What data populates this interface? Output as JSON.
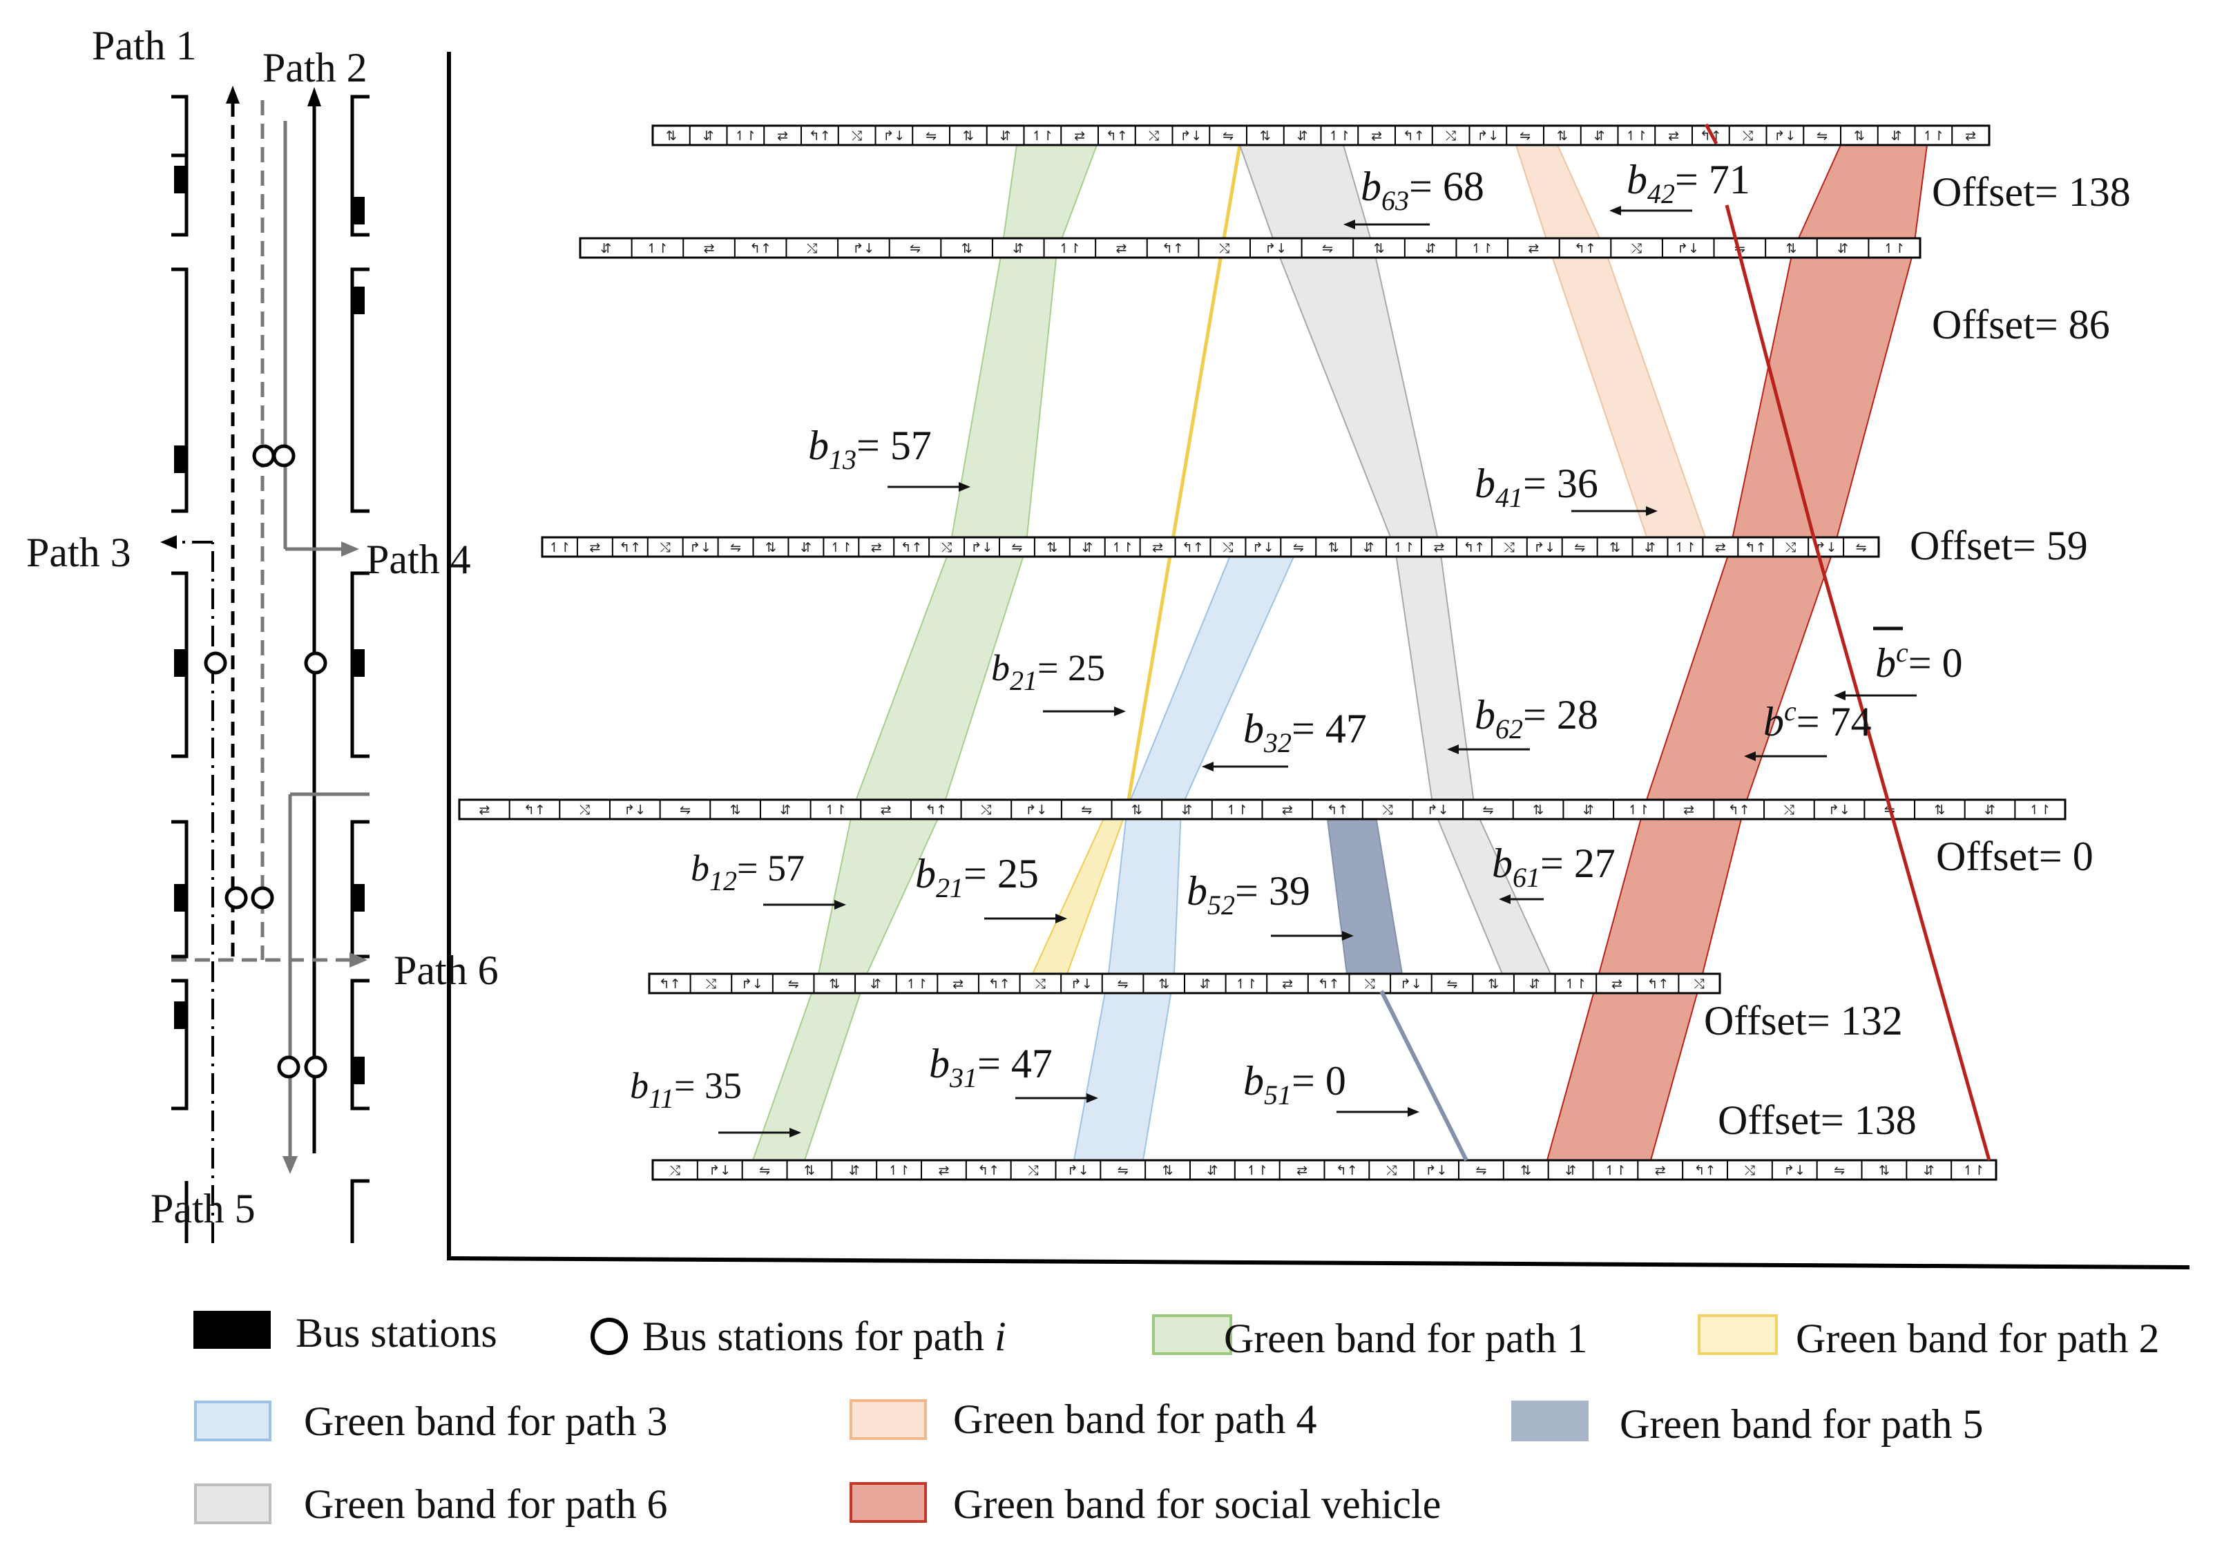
{
  "left_network": {
    "path_labels": [
      "Path 1",
      "Path 2",
      "Path 3",
      "Path 4",
      "Path 5",
      "Path 6"
    ]
  },
  "bands": {
    "b13": {
      "base": "b",
      "sub": "13",
      "value": "= 57"
    },
    "b12": {
      "base": "b",
      "sub": "12",
      "value": "= 57"
    },
    "b11": {
      "base": "b",
      "sub": "11",
      "value": "= 35"
    },
    "b21_upper": {
      "base": "b",
      "sub": "21",
      "value": "= 25"
    },
    "b21_lower": {
      "base": "b",
      "sub": "21",
      "value": "= 25"
    },
    "b32": {
      "base": "b",
      "sub": "32",
      "value": "= 47"
    },
    "b31": {
      "base": "b",
      "sub": "31",
      "value": "= 47"
    },
    "b42": {
      "base": "b",
      "sub": "42",
      "value": "= 71"
    },
    "b41": {
      "base": "b",
      "sub": "41",
      "value": "= 36"
    },
    "b52": {
      "base": "b",
      "sub": "52",
      "value": "= 39"
    },
    "b51": {
      "base": "b",
      "sub": "51",
      "value": "= 0"
    },
    "b63": {
      "base": "b",
      "sub": "63",
      "value": "= 68"
    },
    "b62": {
      "base": "b",
      "sub": "62",
      "value": "= 28"
    },
    "b61": {
      "base": "b",
      "sub": "61",
      "value": "= 27"
    },
    "bc_bar": {
      "base": "b",
      "sup": "c",
      "value": "= 0"
    },
    "bc": {
      "base": "b",
      "sup": "c",
      "value": "= 74"
    }
  },
  "offsets": [
    "Offset= 138",
    "Offset= 86",
    "Offset= 59",
    "Offset= 0",
    "Offset= 132",
    "Offset= 138"
  ],
  "legend": [
    {
      "label": "Bus stations",
      "swatch": "#000000",
      "kind": "bar"
    },
    {
      "label": "Bus stations for path ",
      "italic_suffix": "i",
      "kind": "circle"
    },
    {
      "label": "Green band for path 1",
      "swatch": "#dcebd2",
      "border": "#9cc97f",
      "kind": "box"
    },
    {
      "label": "Green band for path 2",
      "swatch": "#fdf2c8",
      "border": "#f2d266",
      "kind": "box"
    },
    {
      "label": "Green band for path 3",
      "swatch": "#dae8f5",
      "border": "#9cc2e6",
      "kind": "box"
    },
    {
      "label": "Green band for path 4",
      "swatch": "#fae3d2",
      "border": "#f2b78a",
      "kind": "box"
    },
    {
      "label": "Green band for path 5",
      "swatch": "#a9b5c9",
      "border": "#a9b5c9",
      "kind": "box"
    },
    {
      "label": "Green band for path 6",
      "swatch": "#e6e6e6",
      "border": "#bdbdbd",
      "kind": "box"
    },
    {
      "label": "Green band for social vehicle",
      "swatch": "#e8a79a",
      "border": "#c0392b",
      "kind": "box"
    }
  ],
  "colors": {
    "path1": "#dcebd2",
    "path1_edge": "#a6cf8c",
    "path2": "#fbeebe",
    "path2_line": "#f2cc4d",
    "path3": "#dae8f5",
    "path3_edge": "#9cc2e6",
    "path4": "#fae3d2",
    "path4_edge": "#f0c3a0",
    "path5": "#9aa6bd",
    "path5_line": "#8391ab",
    "path6": "#e8e8e8",
    "path6_edge": "#a8a8a8",
    "social": "#e6a394",
    "social_line": "#b8221a"
  }
}
